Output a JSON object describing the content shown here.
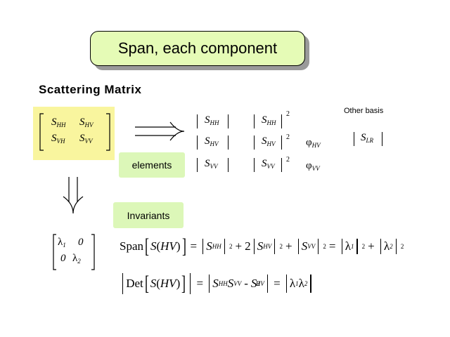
{
  "slide": {
    "title": "Span, each component",
    "heading": "Scattering Matrix"
  },
  "matrix": {
    "r1c1": "S",
    "r1c1_sub": "HH",
    "r1c2": "S",
    "r1c2_sub": "HV",
    "r2c1": "S",
    "r2c1_sub": "VH",
    "r2c2": "S",
    "r2c2_sub": "VV"
  },
  "labels": {
    "elements": "elements",
    "invariants": "Invariants",
    "other_basis": "Other basis"
  },
  "elements_table": {
    "mag": [
      {
        "sym": "S",
        "sub": "HH"
      },
      {
        "sym": "S",
        "sub": "HV"
      },
      {
        "sym": "S",
        "sub": "VV"
      }
    ],
    "power": [
      {
        "sym": "S",
        "sub": "HH",
        "exp": "2"
      },
      {
        "sym": "S",
        "sub": "HV",
        "exp": "2"
      },
      {
        "sym": "S",
        "sub": "VV",
        "exp": "2"
      }
    ],
    "phase": [
      {
        "sym": "φ",
        "sub": "HV"
      },
      {
        "sym": "φ",
        "sub": "VV"
      }
    ],
    "other": {
      "sym": "S",
      "sub": "LR"
    }
  },
  "eigen_matrix": {
    "l1": "λ",
    "l1_sub": "1",
    "zero_a": "0",
    "zero_b": "0",
    "l2": "λ",
    "l2_sub": "2"
  },
  "equations": {
    "span_word": "Span",
    "det_word": "Det",
    "s": "S",
    "hv": "HV",
    "two": "2",
    "exp2": "2",
    "minus": "-",
    "equals": "=",
    "plus": "+"
  },
  "colors": {
    "title_box": "#e5fbb6",
    "matrix_bg": "#f9f59e",
    "label_bg": "#dcf7b8"
  }
}
